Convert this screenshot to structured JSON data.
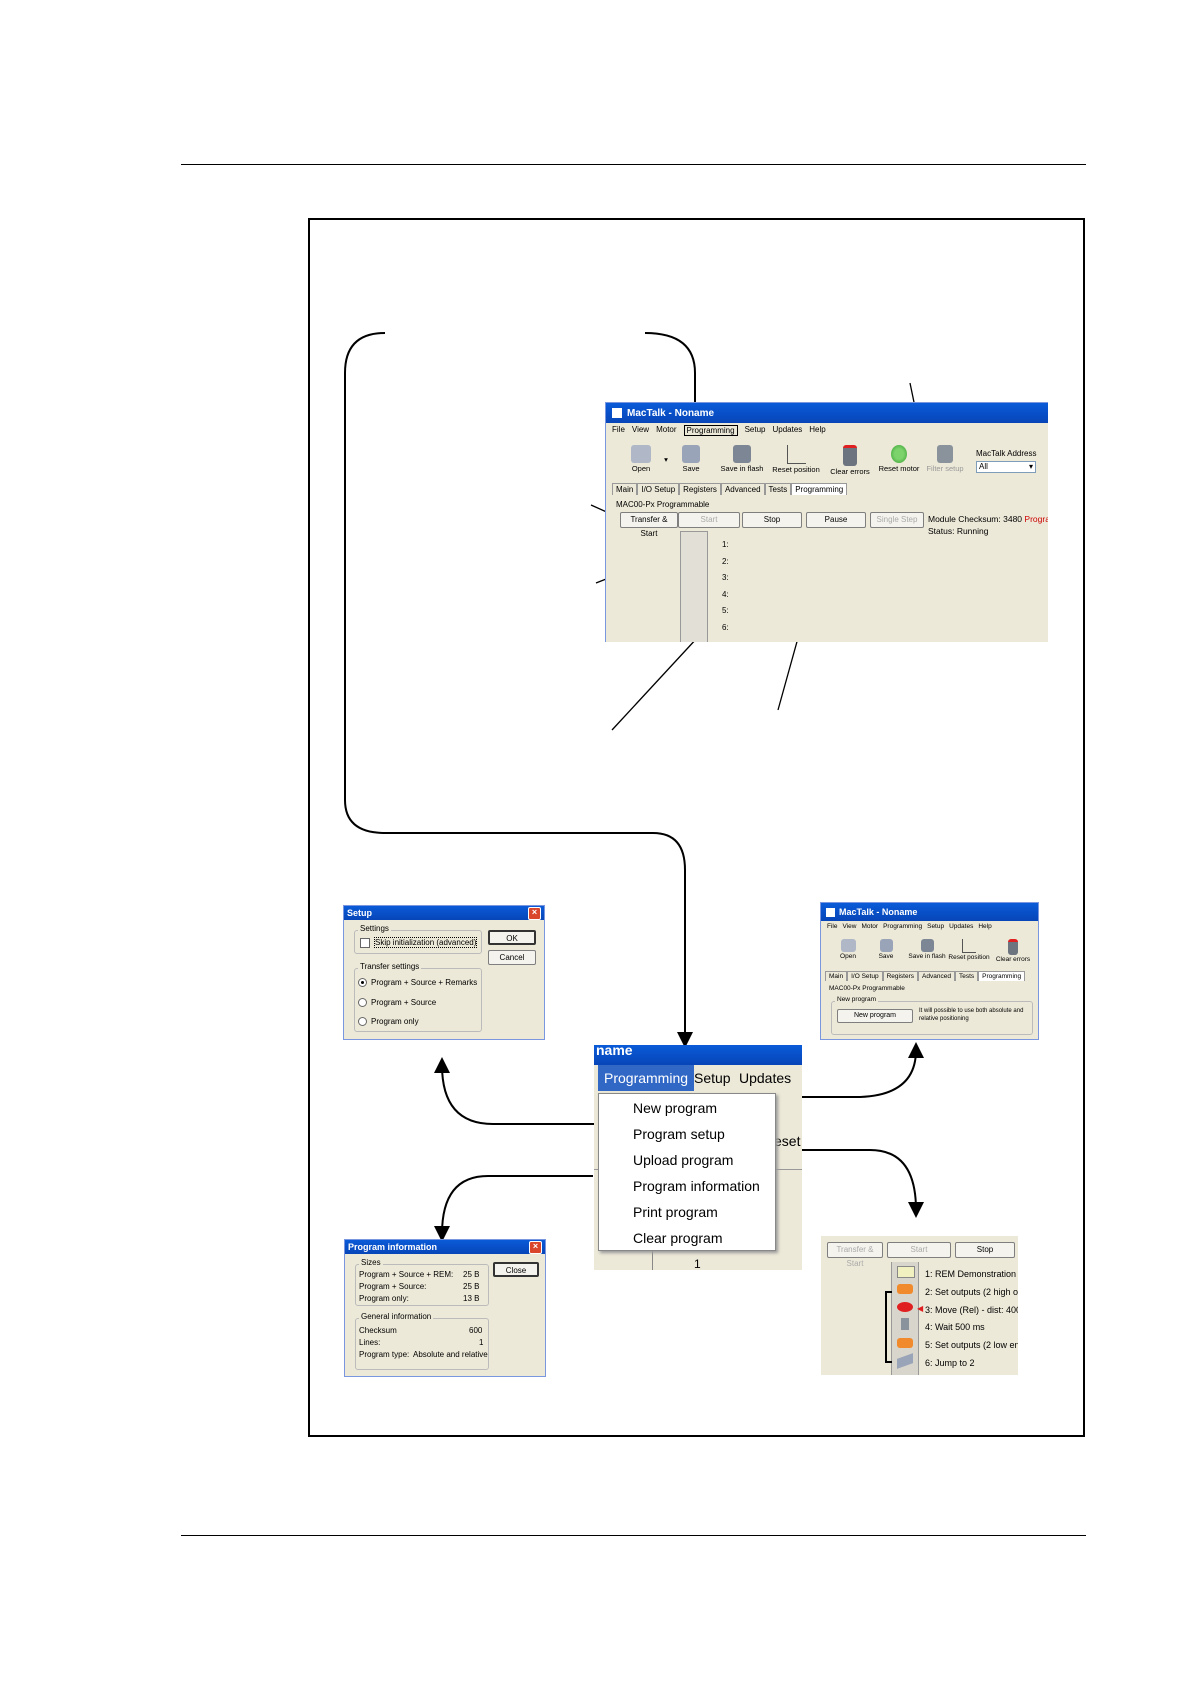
{
  "mactalk_main": {
    "title": "MacTalk - Noname",
    "menu": [
      "File",
      "View",
      "Motor",
      "Programming",
      "Setup",
      "Updates",
      "Help"
    ],
    "toolbar": [
      "Open",
      "Save",
      "Save in flash",
      "Reset position",
      "Clear errors",
      "Reset motor",
      "Filter setup"
    ],
    "address_label": "MacTalk Address",
    "address_value": "All",
    "tabs": [
      "Main",
      "I/O Setup",
      "Registers",
      "Advanced",
      "Tests",
      "Programming"
    ],
    "group_label": "MAC00-Px Programmable",
    "buttons": [
      "Transfer & Start",
      "Start",
      "Stop",
      "Pause",
      "Single Step"
    ],
    "checksum": "Module Checksum: 3480",
    "checksum_extra": "Program ex",
    "status": "Status: Running",
    "line_numbers": [
      "1:",
      "2:",
      "3:",
      "4:",
      "5:",
      "6:"
    ]
  },
  "setup_dialog": {
    "title": "Setup",
    "settings_label": "Settings",
    "skip_init": "Skip initialization (advanced)",
    "ok": "OK",
    "cancel": "Cancel",
    "transfer_label": "Transfer settings",
    "options": [
      "Program + Source + Remarks",
      "Program + Source",
      "Program only"
    ],
    "selected": "Program + Source + Remarks"
  },
  "new_program_win": {
    "title": "MacTalk - Noname",
    "menu": [
      "File",
      "View",
      "Motor",
      "Programming",
      "Setup",
      "Updates",
      "Help"
    ],
    "toolbar": [
      "Open",
      "Save",
      "Save in flash",
      "Reset position",
      "Clear errors"
    ],
    "tabs": [
      "Main",
      "I/O Setup",
      "Registers",
      "Advanced",
      "Tests",
      "Programming"
    ],
    "group_label": "MAC00-Px Programmable",
    "new_program_group": "New program",
    "new_program_button": "New program",
    "hint": "It will possible to use both absolute and relative positioning"
  },
  "programming_menu": {
    "title_fragment": "name",
    "menubar": [
      "Programming",
      "Setup",
      "Updates"
    ],
    "partial_label": "eset",
    "items": [
      "New program",
      "Program setup",
      "Upload program",
      "Program information",
      "Print program",
      "Clear program"
    ],
    "row_number": "1"
  },
  "program_info_dialog": {
    "title": "Program information",
    "sizes_label": "Sizes",
    "sizes": [
      {
        "label": "Program + Source + REM:",
        "value": "25 B"
      },
      {
        "label": "Program + Source:",
        "value": "25 B"
      },
      {
        "label": "Program only:",
        "value": "13 B"
      }
    ],
    "close": "Close",
    "general_label": "General information",
    "general": [
      {
        "label": "Checksum",
        "value": "600"
      },
      {
        "label": "Lines:",
        "value": "1"
      },
      {
        "label": "Program type:",
        "value": "Absolute and relative"
      }
    ]
  },
  "program_lines_view": {
    "buttons": [
      "Transfer & Start",
      "Start",
      "Stop"
    ],
    "lines": [
      "1: REM Demonstration",
      "2: Set outputs (2 high o",
      "3: Move (Rel) - dist: 400",
      "4: Wait 500 ms",
      "5: Set outputs (2 low en",
      "6: Jump to 2"
    ]
  }
}
